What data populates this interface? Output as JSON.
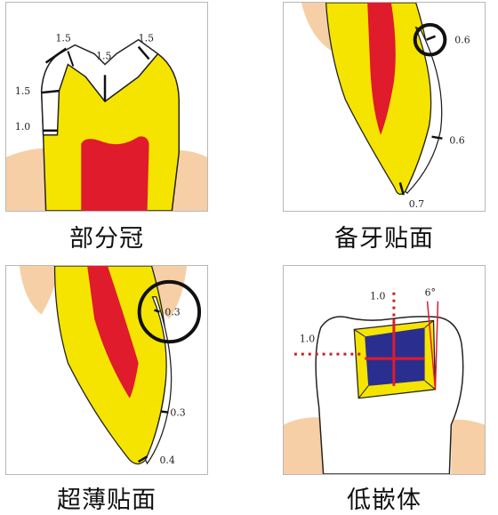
{
  "panels": [
    {
      "caption": "部分冠",
      "labels": [
        "1.5",
        "1.5",
        "1.5",
        "1.5",
        "1.0"
      ]
    },
    {
      "caption": "备牙贴面",
      "labels": [
        "0.6",
        "0.6",
        "0.7"
      ]
    },
    {
      "caption": "超薄贴面",
      "labels": [
        "0.3",
        "0.3",
        "0.4"
      ]
    },
    {
      "caption": "低嵌体",
      "labels": [
        "1.0",
        "1.0",
        "6°"
      ]
    }
  ],
  "colors": {
    "enamel": "#f5e400",
    "pulp": "#e01b2b",
    "gum": "#f6cfa6",
    "inlay": "#2a2f8f",
    "outline": "#222222"
  }
}
